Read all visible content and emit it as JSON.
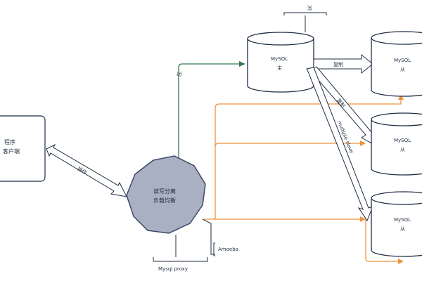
{
  "client": {
    "line1": "程序",
    "line2": "客户端"
  },
  "proxy": {
    "line1": "读写分离",
    "line2": "负载均衡",
    "caption": "Mysql proxy"
  },
  "master": {
    "line1": "MySQL",
    "line2": "主",
    "annotation": "写"
  },
  "slaves": [
    {
      "line1": "MySQL",
      "line2": "从"
    },
    {
      "line1": "MySQL",
      "line2": "从"
    },
    {
      "line1": "MySQL",
      "line2": "从"
    }
  ],
  "edges": {
    "operate": "操作",
    "write": "写",
    "replicate": "复制",
    "replicate_small": "复制",
    "replicate_vertical": "multiple slave",
    "read_annotation": "Amoeba"
  },
  "colors": {
    "node_fill": "#a9b0c2",
    "node_stroke": "#3a4a66",
    "cyl_stroke": "#1f2d45",
    "write_line": "#2e7d4f",
    "read_line": "#f0923a",
    "double_arrow": "#5b6b8c"
  }
}
